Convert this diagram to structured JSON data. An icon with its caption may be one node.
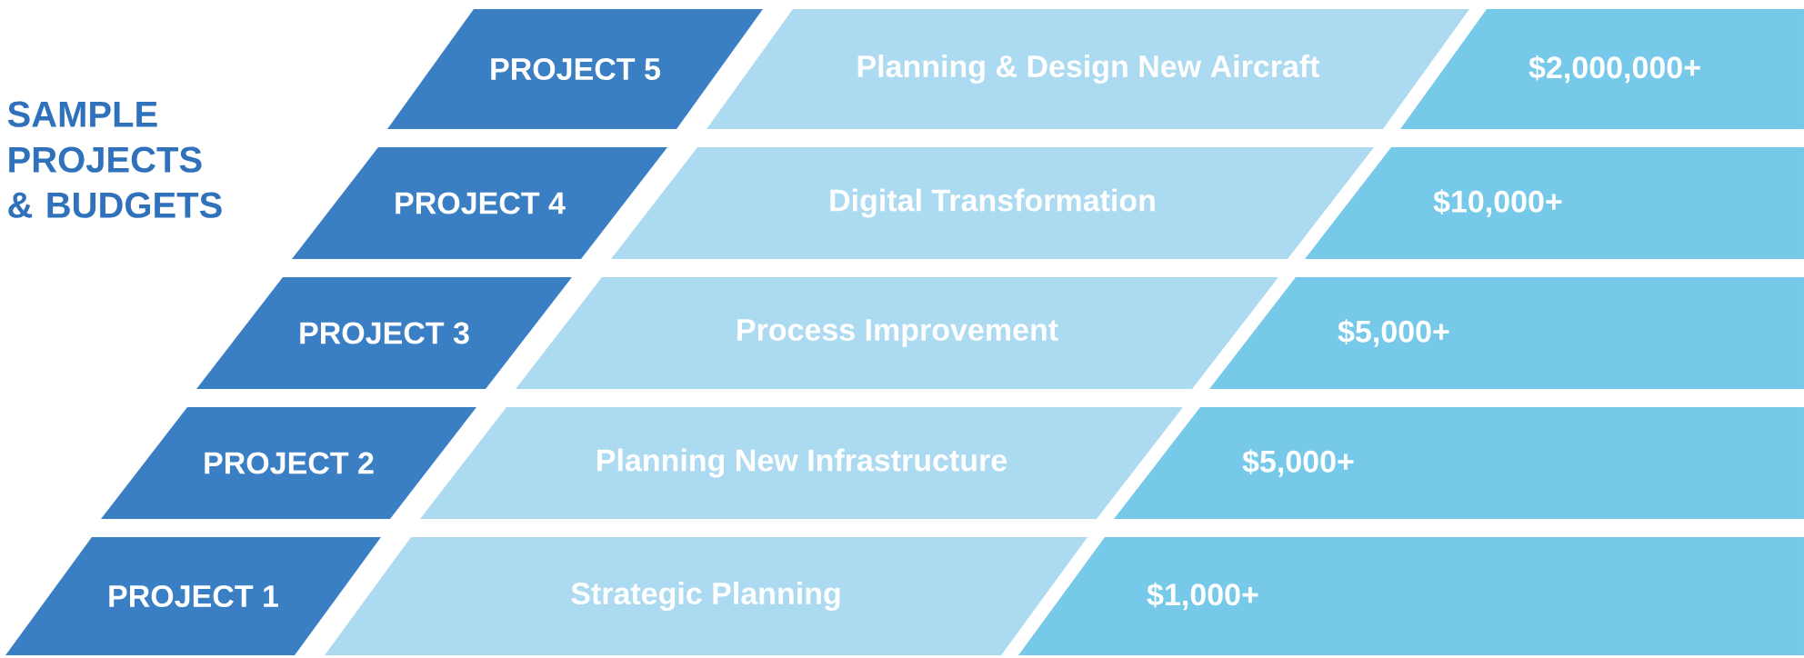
{
  "diagram": {
    "title": "SAMPLE PROJECTS & BUDGETS",
    "nodes": [
      {
        "text": [
          "PROJECT 5"
        ]
      },
      {
        "text": [
          "Planning & Design New Aircraft"
        ]
      },
      {
        "text": [
          "$2,000,000+"
        ]
      },
      {
        "text": [
          "PROJECT 4"
        ]
      },
      {
        "text": [
          "Digital Transformation"
        ]
      },
      {
        "text": [
          "$10,000+"
        ]
      },
      {
        "text": [
          "PROJECT 3"
        ]
      },
      {
        "text": [
          "Process Improvement"
        ]
      },
      {
        "text": [
          "$5,000+"
        ]
      },
      {
        "text": [
          "PROJECT 2"
        ]
      },
      {
        "text": [
          "Planning New Infrastructure"
        ]
      },
      {
        "text": [
          "$5,000+"
        ]
      },
      {
        "text": [
          "PROJECT 1"
        ]
      },
      {
        "text": [
          "Strategic Planning"
        ]
      },
      {
        "text": [
          "$1,000+"
        ]
      }
    ]
  }
}
